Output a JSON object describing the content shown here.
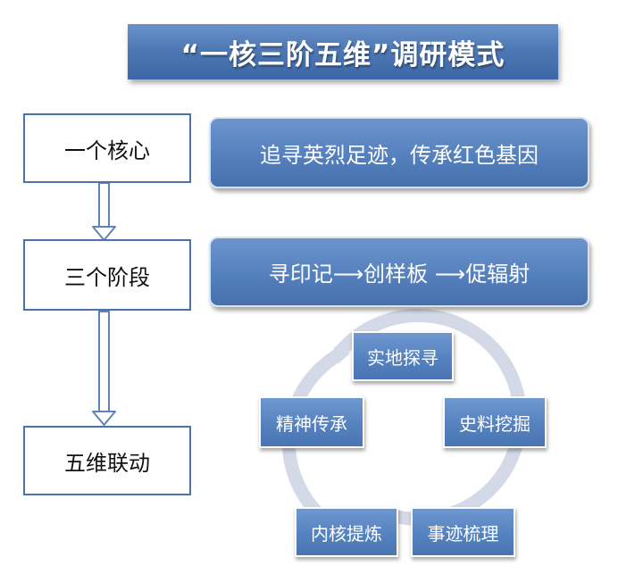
{
  "title": "“一核三阶五维”调研模式",
  "stages": [
    {
      "label": "一个核心",
      "description": "追寻英烈足迹，传承红色基因"
    },
    {
      "label": "三个阶段",
      "description": "寻印记⟶创样板 ⟶促辐射"
    },
    {
      "label": "五维联动"
    }
  ],
  "cycle": {
    "nodes": [
      "实地探寻",
      "史料挖掘",
      "事迹梳理",
      "内核提炼",
      "精神传承"
    ],
    "ring_color": "#d3d9e6"
  },
  "colors": {
    "banner": "#4f79b5",
    "box_border": "#4a72ad",
    "node_fill": "#5582c0",
    "arrow": "#5f84bd"
  }
}
